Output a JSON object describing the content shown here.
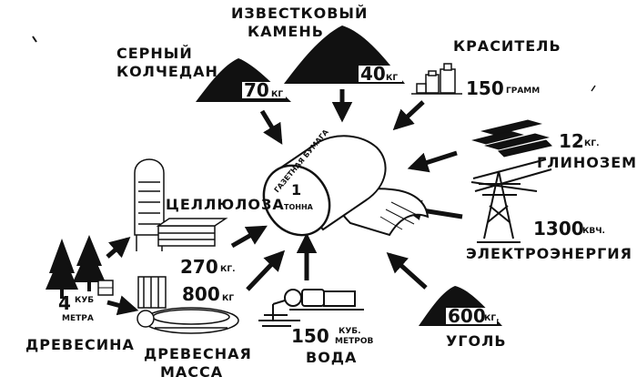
{
  "center": {
    "product_line1": "ГАЗЕТНАЯ БУМАГА",
    "product_number": "1",
    "product_unit": "ТОННА"
  },
  "inputs": [
    {
      "id": "pyrite",
      "name": "СЕРНЫЙ КОЛЧЕДАН",
      "name_line1": "СЕРНЫЙ",
      "name_line2": "КОЛЧЕДАН",
      "amount": "70",
      "unit": "КГ",
      "icon": "mound-icon"
    },
    {
      "id": "limestone",
      "name": "ИЗВЕСТКОВЫЙ КАМЕНЬ",
      "name_line1": "ИЗВЕСТКОВЫЙ",
      "name_line2": "КАМЕНЬ",
      "amount": "40",
      "unit": "КГ",
      "icon": "mound-icon"
    },
    {
      "id": "dye",
      "name": "КРАСИТЕЛЬ",
      "amount": "150",
      "unit": "ГРАММ",
      "icon": "jars-icon"
    },
    {
      "id": "alumina",
      "name": "ГЛИНОЗЕМ",
      "amount": "12",
      "unit": "КГ.",
      "icon": "bars-icon"
    },
    {
      "id": "electricity",
      "name": "ЭЛЕКТРОЭНЕРГИЯ",
      "amount": "1300",
      "unit": "КВЧ.",
      "icon": "power-pylon-icon"
    },
    {
      "id": "coal",
      "name": "УГОЛЬ",
      "amount": "600",
      "unit": "КГ.",
      "icon": "mound-icon"
    },
    {
      "id": "water",
      "name": "ВОДА",
      "amount": "150",
      "unit_line1": "КУБ.",
      "unit_line2": "МЕТРОВ",
      "icon": "water-pump-icon"
    },
    {
      "id": "cellulose",
      "name": "ЦЕЛЛЮЛОЗА",
      "amount": "270",
      "unit": "КГ.",
      "icon": "digester-icon"
    },
    {
      "id": "woodpulp",
      "name": "ДРЕВЕСНАЯ МАССА",
      "name_line1": "ДРЕВЕСНАЯ",
      "name_line2": "МАССА",
      "amount": "800",
      "unit": "КГ",
      "icon": "grinder-icon"
    },
    {
      "id": "wood",
      "name": "ДРЕВЕСИНА",
      "amount": "4",
      "unit_line1": "КУБ",
      "unit_line2": "МЕТРА",
      "icon": "trees-icon"
    }
  ]
}
